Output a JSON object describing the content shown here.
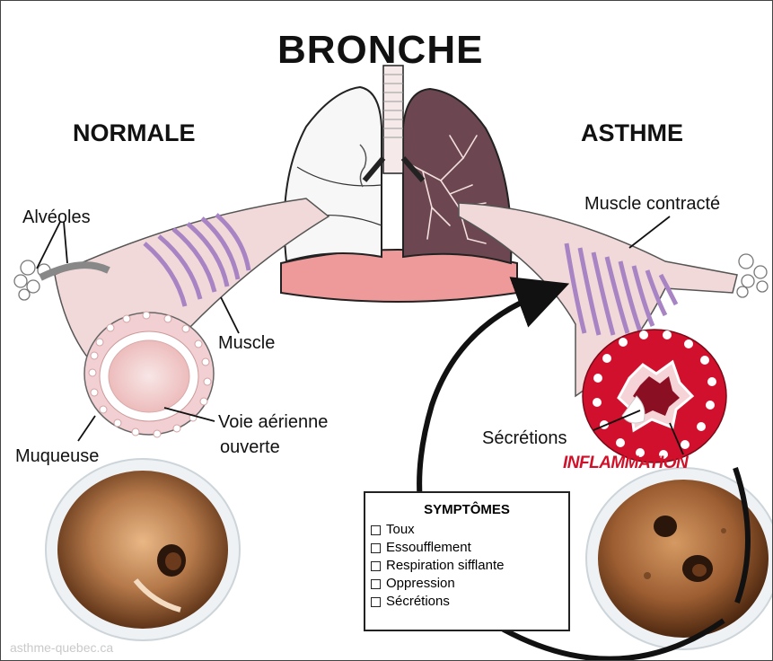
{
  "title": "BRONCHE",
  "left_heading": "NORMALE",
  "right_heading": "ASTHME",
  "labels": {
    "alveoles": "Alvéoles",
    "muscle": "Muscle",
    "voie_line1": "Voie aérienne",
    "voie_line2": "ouverte",
    "muqueuse": "Muqueuse",
    "muscle_contracte": "Muscle contracté",
    "secretions": "Sécrétions",
    "inflammation": "INFLAMMATION"
  },
  "symptoms": {
    "heading": "SYMPTÔMES",
    "items": [
      "Toux",
      "Essoufflement",
      "Respiration sifflante",
      "Oppression",
      "Sécrétions"
    ]
  },
  "watermark": "asthme-quebec.ca",
  "colors": {
    "muscle": "#a985c4",
    "bronchus": "#f1d6d6",
    "diaphragm": "#ef9c9c",
    "healthy_lung": "#f8f8f8",
    "asthma_lung": "#6f4b55",
    "inflammation": "#d1112a",
    "endoscopy": "#a06a3a"
  }
}
